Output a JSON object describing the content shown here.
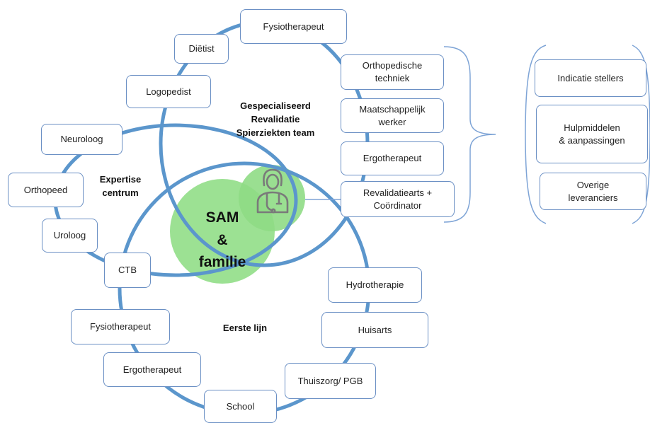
{
  "colors": {
    "ring": "#5b96cc",
    "box_border": "#6a8fc4",
    "bracket": "#7ea4d6",
    "bubble_big": "#8bdc80",
    "bubble_small": "#8fdc85",
    "doctor_icon": "#7a7a7a"
  },
  "center": {
    "text": "SAM\n&\nfamilie"
  },
  "doctor": {
    "icon": "doctor-icon"
  },
  "labels": {
    "specialized_team": "Gespecialiseerd\nRevalidatie\nSpierziekten team",
    "expertise": "Expertise\ncentrum",
    "first_line": "Eerste lijn"
  },
  "boxes": {
    "fysiotherapeut_top": "Fysiotherapeut",
    "dietist": "Diëtist",
    "logopedist": "Logopedist",
    "orthopedische_techniek": "Orthopedische\ntechniek",
    "maatschappelijk_werker": "Maatschappelijk\nwerker",
    "ergotherapeut_right": "Ergotherapeut",
    "revalidatiearts": "Revalidatiearts +\nCoördinator",
    "neuroloog": "Neuroloog",
    "orthopeed": "Orthopeed",
    "uroloog": "Uroloog",
    "ctb": "CTB",
    "fysiotherapeut_bottom": "Fysiotherapeut",
    "ergotherapeut_bottom": "Ergotherapeut",
    "school": "School",
    "hydrotherapie": "Hydrotherapie",
    "huisarts": "Huisarts",
    "thuiszorg": "Thuiszorg/ PGB"
  },
  "side_panel": {
    "items": [
      "Indicatie stellers",
      "Hulpmiddelen\n& aanpassingen",
      "Overige\nleveranciers"
    ]
  }
}
